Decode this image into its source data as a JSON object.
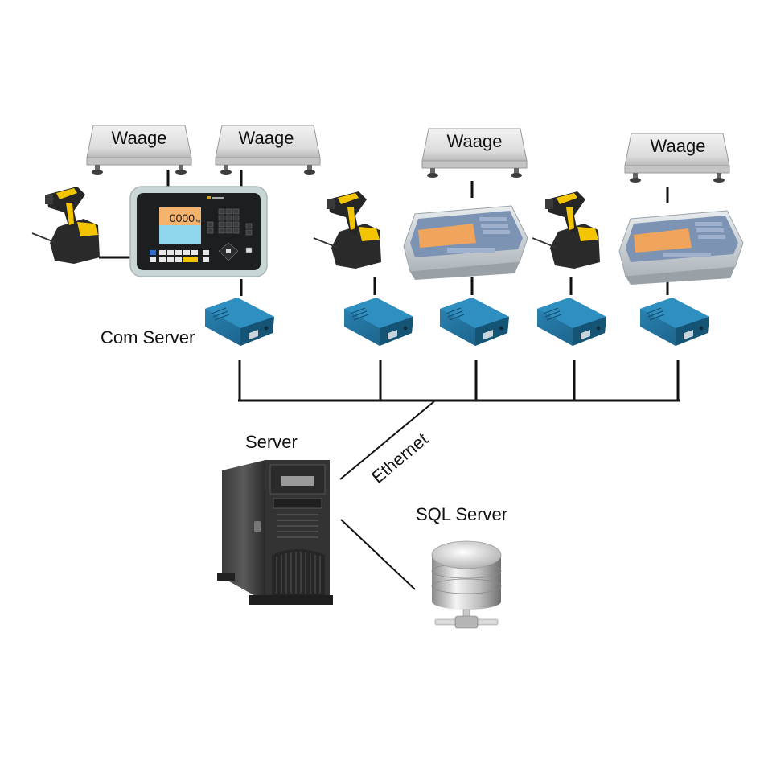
{
  "diagram": {
    "scale_label": "Waage",
    "terminal_display_value": "0000",
    "terminal_display_unit": "kg",
    "com_server_label": "Com Server",
    "server_label": "Server",
    "ethernet_label": "Ethernet",
    "sql_server_label": "SQL Server",
    "colors": {
      "scale_platform": "#d9d9d9",
      "com_server_blue": "#1f6f9a",
      "display_orange": "#f4b26a",
      "display_cyan": "#8fd6ec",
      "scanner_yellow": "#f2c500",
      "line": "#111111"
    }
  }
}
